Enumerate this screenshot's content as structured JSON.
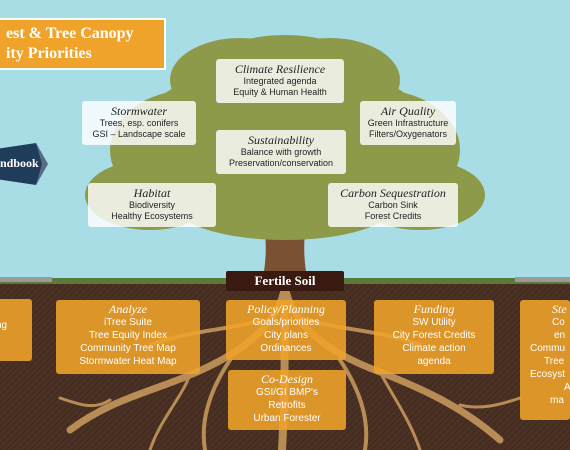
{
  "title": {
    "line1": "est & Tree Canopy",
    "line2": "ity Priorities"
  },
  "handbook_label": "ndbook",
  "canopy": {
    "climate": {
      "heading": "Climate Resilience",
      "lines": [
        "Integrated agenda",
        "Equity & Human Health"
      ]
    },
    "stormwater": {
      "heading": "Stormwater",
      "lines": [
        "Trees, esp. conifers",
        "GSI – Landscape scale"
      ]
    },
    "air": {
      "heading": "Air Quality",
      "lines": [
        "Green Infrastructure",
        "Filters/Oxygenators"
      ]
    },
    "sustainability": {
      "heading": "Sustainability",
      "lines": [
        "Balance with growth",
        "Preservation/conservation"
      ]
    },
    "habitat": {
      "heading": "Habitat",
      "lines": [
        "Biodiversity",
        "Healthy Ecosystems"
      ]
    },
    "carbon": {
      "heading": "Carbon Sequestration",
      "lines": [
        "Carbon Sink",
        "Forest Credits"
      ]
    }
  },
  "soil_label": "Fertile Soil",
  "roots": {
    "left_cut": {
      "lines": [
        "ng"
      ]
    },
    "analyze": {
      "heading": "Analyze",
      "lines": [
        "iTree Suite",
        "Tree Equity Index",
        "Community Tree Map",
        "Stormwater Heat Map"
      ]
    },
    "policy": {
      "heading": "Policy/Planning",
      "lines": [
        "Goals/priorities",
        "City plans",
        "Ordinances"
      ]
    },
    "funding": {
      "heading": "Funding",
      "lines": [
        "SW Utility",
        "City Forest Credits",
        "Climate action",
        "agenda"
      ]
    },
    "codesign": {
      "heading": "Co-Design",
      "lines": [
        "GSI/GI BMP's",
        "Retrofits",
        "Urban Forester"
      ]
    },
    "right_cut": {
      "heading": "Ste",
      "lines": [
        "Co",
        "en",
        "Commu",
        "Tree",
        "Ecosyst",
        "A",
        "ma"
      ]
    }
  },
  "colors": {
    "sky": "#a9dde6",
    "soil": "#4a3124",
    "orange": "#f0a32a",
    "canopy": "#8c9a4a",
    "navy": "#1f3d5a"
  }
}
